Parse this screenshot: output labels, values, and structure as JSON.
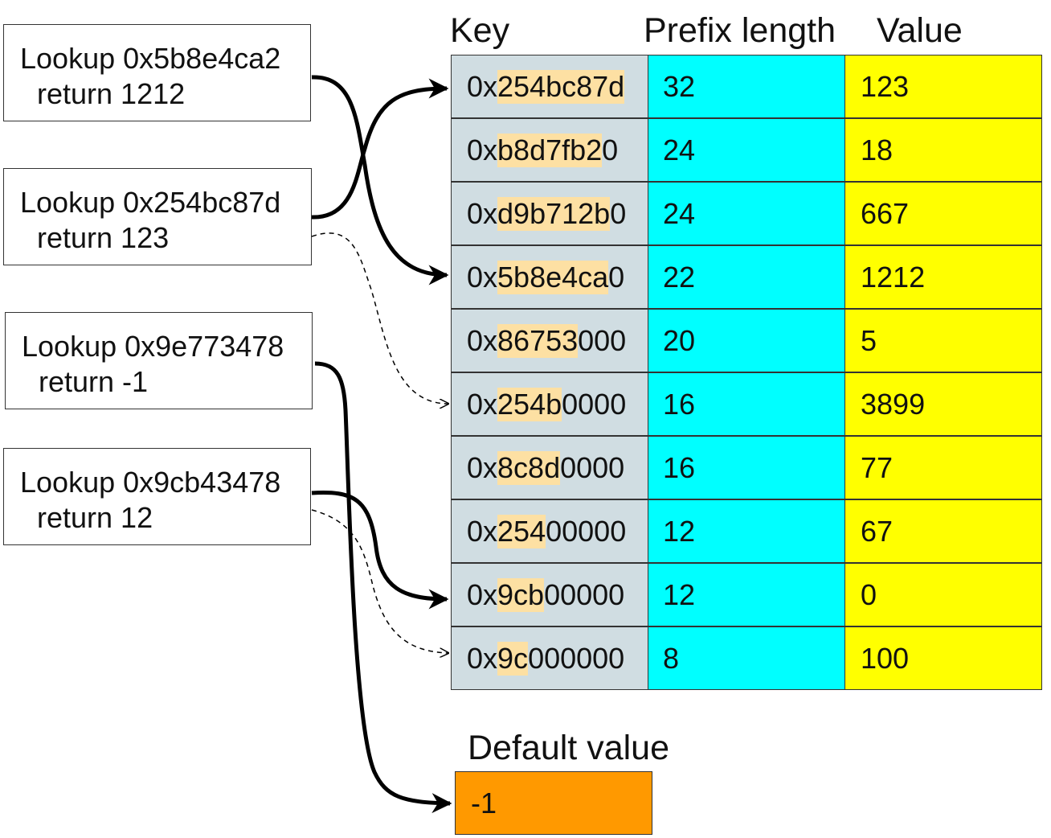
{
  "lookups": [
    {
      "query": "Lookup 0x5b8e4ca2",
      "result": "return 1212"
    },
    {
      "query": "Lookup 0x254bc87d",
      "result": "return 123"
    },
    {
      "query": "Lookup 0x9e773478",
      "result": "return -1"
    },
    {
      "query": "Lookup 0x9cb43478",
      "result": "return 12"
    }
  ],
  "table": {
    "headers": {
      "key": "Key",
      "prefix": "Prefix length",
      "value": "Value"
    },
    "rows": [
      {
        "key_prefix": "0x",
        "key_match": "254bc87d",
        "key_rest": "",
        "prefix_length": "32",
        "value": "123"
      },
      {
        "key_prefix": "0x",
        "key_match": "b8d7fb2",
        "key_rest": "0",
        "prefix_length": "24",
        "value": "18"
      },
      {
        "key_prefix": "0x",
        "key_match": "d9b712b",
        "key_rest": "0",
        "prefix_length": "24",
        "value": "667"
      },
      {
        "key_prefix": "0x",
        "key_match": "5b8e4ca",
        "key_rest": "0",
        "prefix_length": "22",
        "value": "1212"
      },
      {
        "key_prefix": "0x",
        "key_match": "86753",
        "key_rest": "000",
        "prefix_length": "20",
        "value": "5"
      },
      {
        "key_prefix": "0x",
        "key_match": "254b",
        "key_rest": "0000",
        "prefix_length": "16",
        "value": "3899"
      },
      {
        "key_prefix": "0x",
        "key_match": "8c8d",
        "key_rest": "0000",
        "prefix_length": "16",
        "value": "77"
      },
      {
        "key_prefix": "0x",
        "key_match": "254",
        "key_rest": "00000",
        "prefix_length": "12",
        "value": "67"
      },
      {
        "key_prefix": "0x",
        "key_match": "9cb",
        "key_rest": "00000",
        "prefix_length": "12",
        "value": "0"
      },
      {
        "key_prefix": "0x",
        "key_match": "9c",
        "key_rest": "000000",
        "prefix_length": "8",
        "value": "100"
      }
    ]
  },
  "default": {
    "label": "Default value",
    "value": "-1"
  },
  "colors": {
    "key_cell": "#d0dde2",
    "prefix_cell": "#00ffff",
    "value_cell": "#ffff00",
    "prefix_highlight": "#fde0a3",
    "default_cell": "#ff9900"
  },
  "arrows": [
    {
      "from": "Lookup 0x5b8e4ca2",
      "to": "0x5b8e4ca0",
      "style": "solid"
    },
    {
      "from": "Lookup 0x254bc87d",
      "to": "0x254bc87d",
      "style": "solid"
    },
    {
      "from": "Lookup 0x254bc87d",
      "to": "0x254b0000",
      "style": "dashed"
    },
    {
      "from": "Lookup 0x9e773478",
      "to": "Default value",
      "style": "solid"
    },
    {
      "from": "Lookup 0x9cb43478",
      "to": "0x9cb00000",
      "style": "solid"
    },
    {
      "from": "Lookup 0x9cb43478",
      "to": "0x9c000000",
      "style": "dashed"
    }
  ]
}
